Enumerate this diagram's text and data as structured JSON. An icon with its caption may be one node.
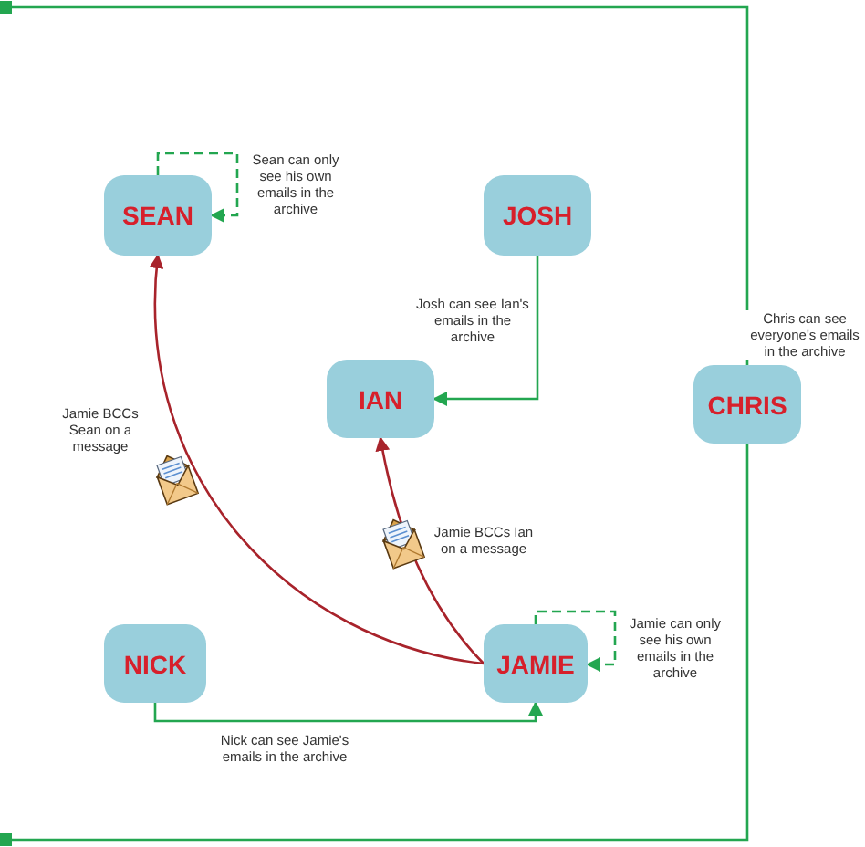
{
  "diagram": {
    "nodes": [
      {
        "text": [
          "SEAN"
        ]
      },
      {
        "text": [
          "JOSH"
        ]
      },
      {
        "text": [
          "IAN"
        ]
      },
      {
        "text": [
          "CHRIS"
        ],
        "beside": [
          "Chris can see everyone's emails in the archive"
        ]
      },
      {
        "text": [
          "NICK"
        ]
      },
      {
        "text": [
          "JAMIE"
        ]
      }
    ],
    "edges": [
      {
        "from": 0,
        "to": 0,
        "arrow": "to",
        "style": "dashed",
        "label": "Sean can only see his own emails in the archive"
      },
      {
        "from": 1,
        "to": 2,
        "arrow": "to",
        "label": "Josh can see Ian's emails in the archive"
      },
      {
        "from": 5,
        "to": 0,
        "arrow": "to",
        "color": "#a8232b",
        "label": "Jamie BCCs Sean on a message"
      },
      {
        "from": 5,
        "to": 2,
        "arrow": "to",
        "color": "#a8232b",
        "label": "Jamie BCCs Ian on a message"
      },
      {
        "from": 5,
        "to": 5,
        "arrow": "to",
        "style": "dashed",
        "label": "Jamie can only see his own emails in the archive"
      },
      {
        "from": 4,
        "to": 5,
        "arrow": "to",
        "label": "Nick can see Jamie's emails in the archive"
      },
      {
        "from": 3,
        "to": null,
        "arrow": "other"
      },
      {
        "from": 3,
        "to": null,
        "arrow": "other"
      }
    ]
  }
}
